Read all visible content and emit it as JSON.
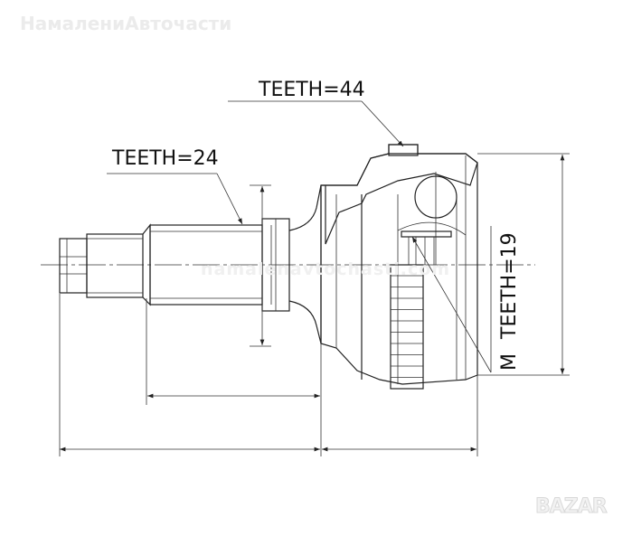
{
  "watermark_top": "НамалениАвточасти",
  "watermark_center": "namalenavtochasti.com",
  "logo": "BAZAR",
  "labels": {
    "outer_teeth": "TEETH=44",
    "shaft_teeth": "TEETH=24",
    "inner_teeth": "TEETH=19",
    "thread": "M"
  },
  "colors": {
    "line": "#222222",
    "background": "#ffffff"
  }
}
